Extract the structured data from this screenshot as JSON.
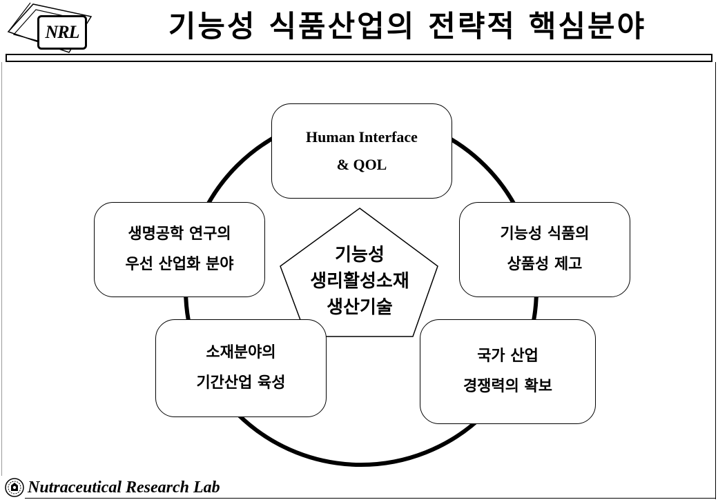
{
  "header": {
    "logo_text": "NRL",
    "title": "기능성 식품산업의 전략적 핵심분야"
  },
  "diagram": {
    "center": [
      "기능성",
      "생리활성소재",
      "생산기술"
    ],
    "nodes": {
      "top": [
        "Human Interface",
        "& QOL"
      ],
      "left": [
        "생명공학 연구의",
        "우선 산업화 분야"
      ],
      "right": [
        "기능성 식품의",
        "상품성 제고"
      ],
      "bottom_left": [
        "소재분야의",
        "기간산업 육성"
      ],
      "bottom_right": [
        "국가 산업",
        "경쟁력의 확보"
      ]
    }
  },
  "footer": {
    "lab_name": "Nutraceutical Research Lab"
  }
}
